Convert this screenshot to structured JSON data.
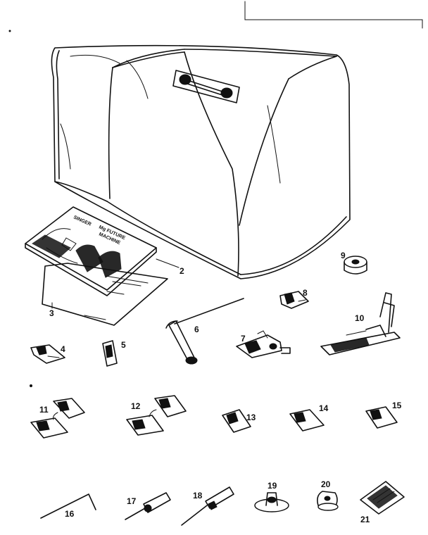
{
  "diagram": {
    "book_text": {
      "brand": "SINGER",
      "title_1": "Mg FUTURE",
      "title_2": "MACHINE"
    },
    "callouts": {
      "n2": "2",
      "n3": "3",
      "n4": "4",
      "n5": "5",
      "n6": "6",
      "n7": "7",
      "n8": "8",
      "n9": "9",
      "n10": "10",
      "n11": "11",
      "n12": "12",
      "n13": "13",
      "n14": "14",
      "n15": "15",
      "n16": "16",
      "n17": "17",
      "n18": "18",
      "n19": "19",
      "n20": "20",
      "n21": "21"
    },
    "colors": {
      "ink": "#111111",
      "paper": "#ffffff"
    }
  }
}
